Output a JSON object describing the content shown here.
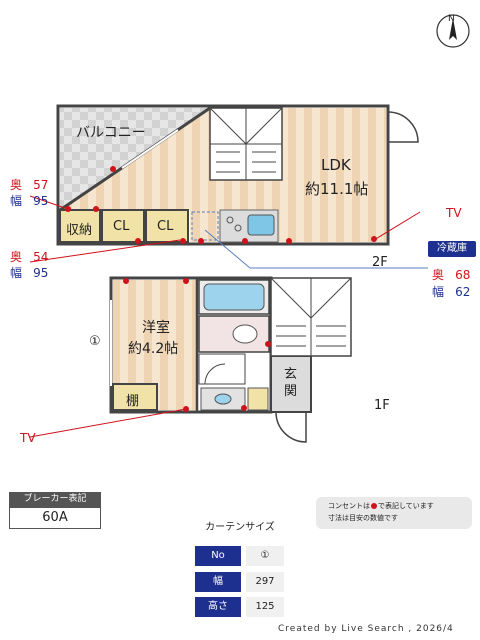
{
  "compass": {
    "north": "N"
  },
  "rooms": {
    "balcony": "バルコニー",
    "ldk_name": "LDK",
    "ldk_size": "約11.1帖",
    "storage": "収納",
    "cl1": "CL",
    "cl2": "CL",
    "western_name": "洋室",
    "western_size": "約4.2帖",
    "shelf": "棚",
    "entrance": "玄関"
  },
  "floors": {
    "second": "2F",
    "first": "1F"
  },
  "dimensions": [
    {
      "depth_label": "奥",
      "depth": "57",
      "width_label": "幅",
      "width": "95"
    },
    {
      "depth_label": "奥",
      "depth": "54",
      "width_label": "幅",
      "width": "95"
    }
  ],
  "tv_labels": [
    "TV",
    "TV"
  ],
  "window_number": "①",
  "fridge": {
    "title": "冷蔵庫",
    "depth_label": "奥",
    "depth": "68",
    "width_label": "幅",
    "width": "62"
  },
  "breaker": {
    "label": "ブレーカー表記",
    "value": "60A"
  },
  "notes": {
    "line1_pre": "コンセントは",
    "line1_post": "で表記しています",
    "line2": "寸法は目安の数値です"
  },
  "curtain": {
    "title": "カーテンサイズ",
    "rows": [
      {
        "key": "No",
        "value": "①"
      },
      {
        "key": "幅",
        "value": "297"
      },
      {
        "key": "高さ",
        "value": "125"
      }
    ]
  },
  "credit": "Created by Live Search , 2026/4"
}
